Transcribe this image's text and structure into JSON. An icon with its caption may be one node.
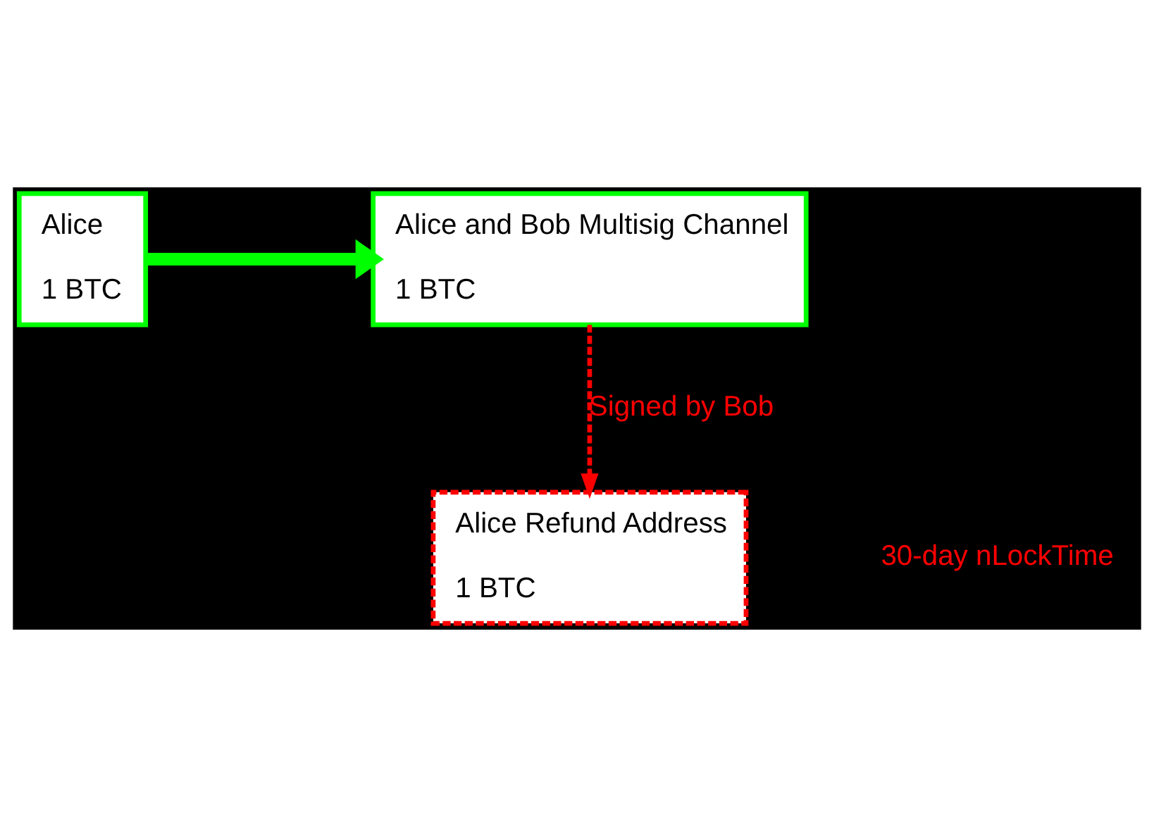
{
  "diagram": {
    "nodes": [
      {
        "text": [
          "Alice",
          "1 BTC"
        ]
      },
      {
        "text": [
          "Alice and Bob Multisig Channel",
          "1 BTC"
        ]
      },
      {
        "text": [
          "Alice Refund Address",
          "1 BTC"
        ]
      }
    ],
    "edges": [
      {
        "from": 0,
        "to": 1,
        "arrow": "to",
        "style": "thick",
        "color": "#00ff00"
      },
      {
        "from": 1,
        "to": 2,
        "arrow": "to",
        "style": "dashed",
        "color": "#ff0000",
        "label": "Signed by Bob"
      }
    ],
    "labels": [
      "30-day nLockTime"
    ]
  }
}
